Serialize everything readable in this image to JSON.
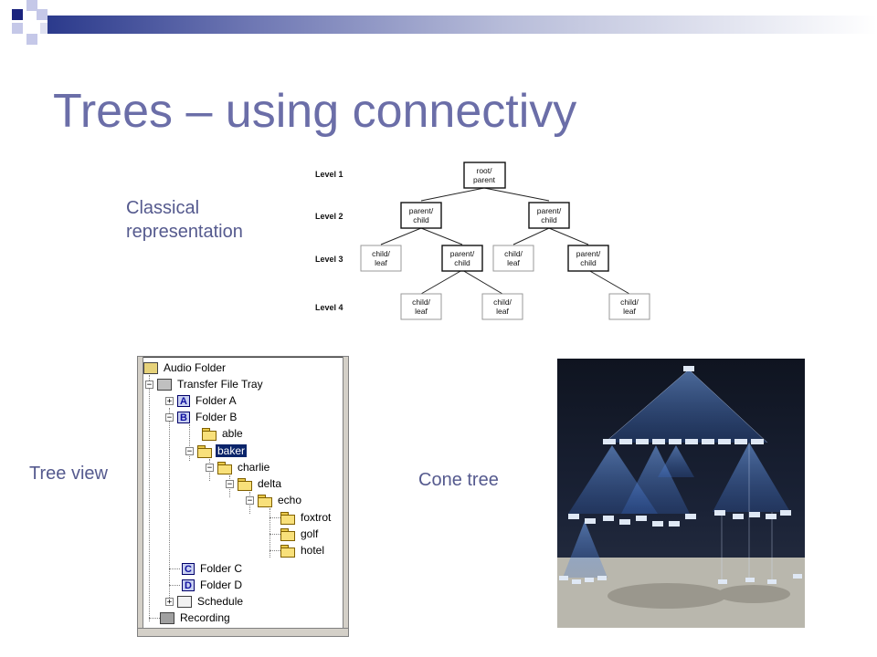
{
  "slide": {
    "title": "Trees – using connectivy"
  },
  "labels": {
    "classical": "Classical representation",
    "tree_view": "Tree view",
    "cone_tree": "Cone tree"
  },
  "diagram": {
    "levels": [
      "Level 1",
      "Level 2",
      "Level 3",
      "Level 4"
    ],
    "nodes": {
      "root": [
        "root/",
        "parent"
      ],
      "parent_child": [
        "parent/",
        "child"
      ],
      "child_leaf": [
        "child/",
        "leaf"
      ]
    }
  },
  "treeview": {
    "items": [
      {
        "label": "Audio Folder",
        "icon": "audio-folder-icon"
      },
      {
        "label": "Transfer File Tray",
        "icon": "tray-icon",
        "expander": "−"
      },
      {
        "label": "Folder A",
        "icon": "letter-a-icon",
        "letter": "A",
        "expander": "+"
      },
      {
        "label": "Folder B",
        "icon": "letter-b-icon",
        "letter": "B",
        "expander": "−"
      },
      {
        "label": "able",
        "icon": "folder-icon"
      },
      {
        "label": "baker",
        "icon": "folder-open-icon",
        "expander": "−",
        "selected": true
      },
      {
        "label": "charlie",
        "icon": "folder-icon",
        "expander": "−"
      },
      {
        "label": "delta",
        "icon": "folder-icon",
        "expander": "−"
      },
      {
        "label": "echo",
        "icon": "folder-icon",
        "expander": "−"
      },
      {
        "label": "foxtrot",
        "icon": "folder-icon"
      },
      {
        "label": "golf",
        "icon": "folder-icon"
      },
      {
        "label": "hotel",
        "icon": "folder-icon"
      },
      {
        "label": "Folder C",
        "icon": "letter-c-icon",
        "letter": "C"
      },
      {
        "label": "Folder D",
        "icon": "letter-d-icon",
        "letter": "D"
      },
      {
        "label": "Schedule",
        "icon": "schedule-icon",
        "expander": "+"
      },
      {
        "label": "Recording",
        "icon": "recording-icon"
      }
    ]
  },
  "colors": {
    "title": "#6b6ea8",
    "label": "#555a8e",
    "accent_dark": "#1a237e"
  }
}
